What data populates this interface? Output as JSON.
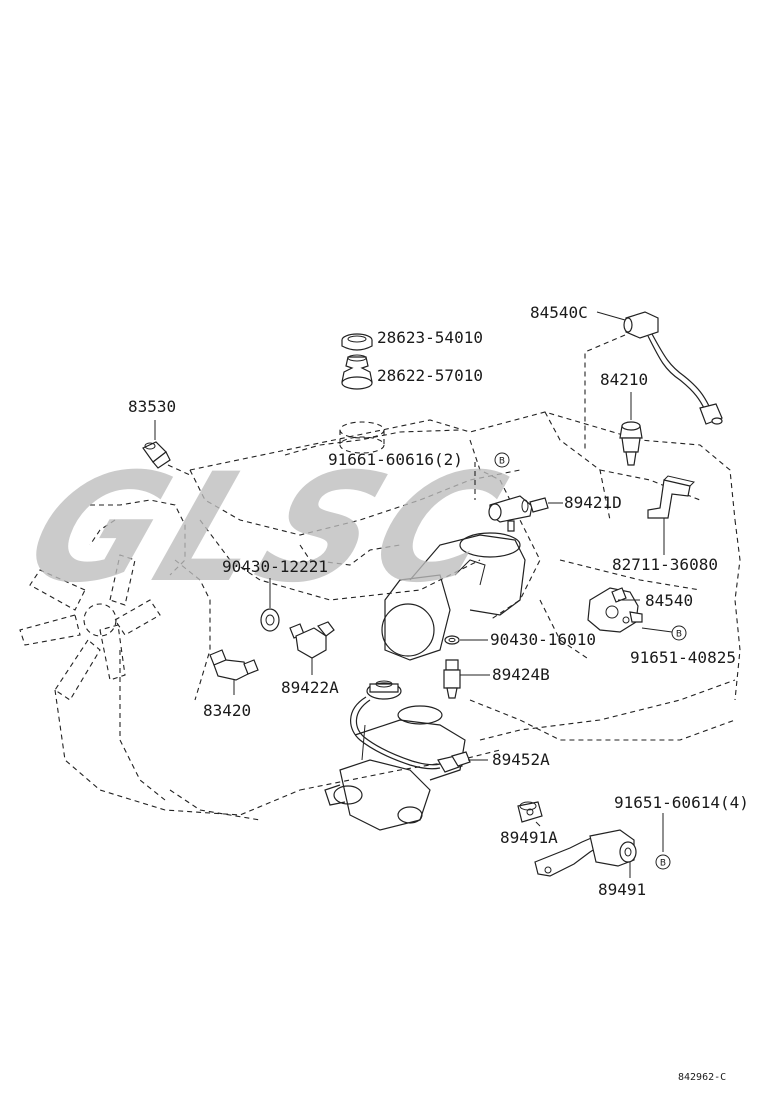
{
  "labels": {
    "p84540C": "84540C",
    "p28623": "28623-54010",
    "p28622": "28622-57010",
    "p84210": "84210",
    "p83530": "83530",
    "p91661": "91661-60616(2)",
    "p89421D": "89421D",
    "p82711": "82711-36080",
    "p90430_12221": "90430-12221",
    "p84540": "84540",
    "p90430_16010": "90430-16010",
    "p91651_40825": "91651-40825",
    "p89424B": "89424B",
    "p83420": "83420",
    "p89422A": "89422A",
    "p89452A": "89452A",
    "p91651_60614": "91651-60614(4)",
    "p89491A": "89491A",
    "p89491": "89491",
    "callout": "B",
    "ref_code": "842962-C"
  },
  "watermark": {
    "text": "GLSC",
    "color": "#bdbdbd"
  },
  "colors": {
    "ink": "#1a1a1a",
    "background": "#ffffff"
  }
}
